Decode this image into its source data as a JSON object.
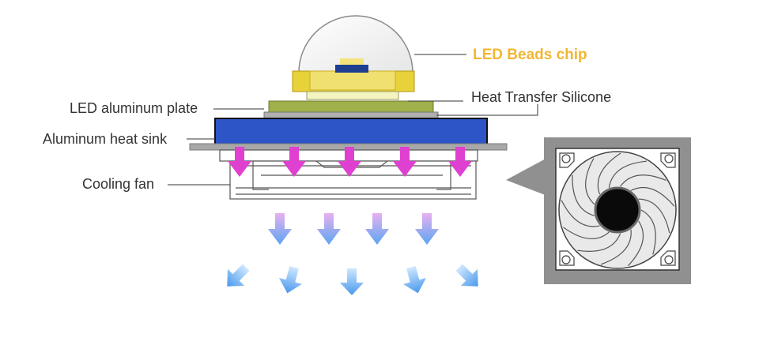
{
  "labels": {
    "led_beads_chip": "LED Beads chip",
    "heat_transfer_silicone": "Heat Transfer Silicone",
    "led_aluminum_plate": "LED aluminum plate",
    "aluminum_heat_sink": "Aluminum heat sink",
    "cooling_fan": "Cooling fan"
  },
  "colors": {
    "accent_label": "#f2b631",
    "heat_sink_blue": "#2d55c8",
    "heat_arrow": "#e040d0",
    "air_arrow": "#5aaaf0",
    "plate_green": "#a0b04a",
    "lens_yellow": "#e8d23a"
  },
  "icons": {
    "heat_flow": "arrow-down-icon",
    "airflow": "arrow-icon",
    "fan_detail": "fan-icon"
  }
}
